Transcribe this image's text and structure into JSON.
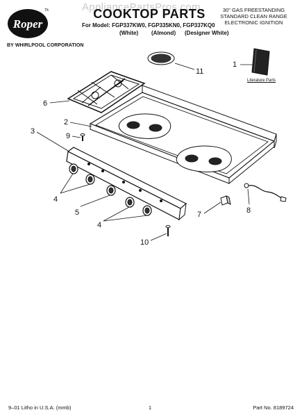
{
  "brand": {
    "logo_text": "Roper",
    "trademark": "TM",
    "subtitle": "BY WHIRLPOOL CORPORATION"
  },
  "watermark": "AppliancePartsPros.com",
  "title": "COOKTOP PARTS",
  "models_line": "For Model: FGP337KW0, FGP335KN0, FGP337KQ0",
  "colors": [
    "(White)",
    "(Almond)",
    "(Designer White)"
  ],
  "spec": [
    "30\" GAS FREESTANDING",
    "STANDARD CLEAN RANGE",
    "ELECTRONIC IGNITION"
  ],
  "literature_label": "Literature Parts",
  "callouts": {
    "c1": "1",
    "c2": "2",
    "c3": "3",
    "c4a": "4",
    "c4b": "4",
    "c5": "5",
    "c6": "6",
    "c7": "7",
    "c8": "8",
    "c9": "9",
    "c10": "10",
    "c11": "11"
  },
  "footer": {
    "left": "9–01 Litho in U.S.A. (mmb)",
    "center": "1",
    "right": "Part No. 8189724"
  }
}
